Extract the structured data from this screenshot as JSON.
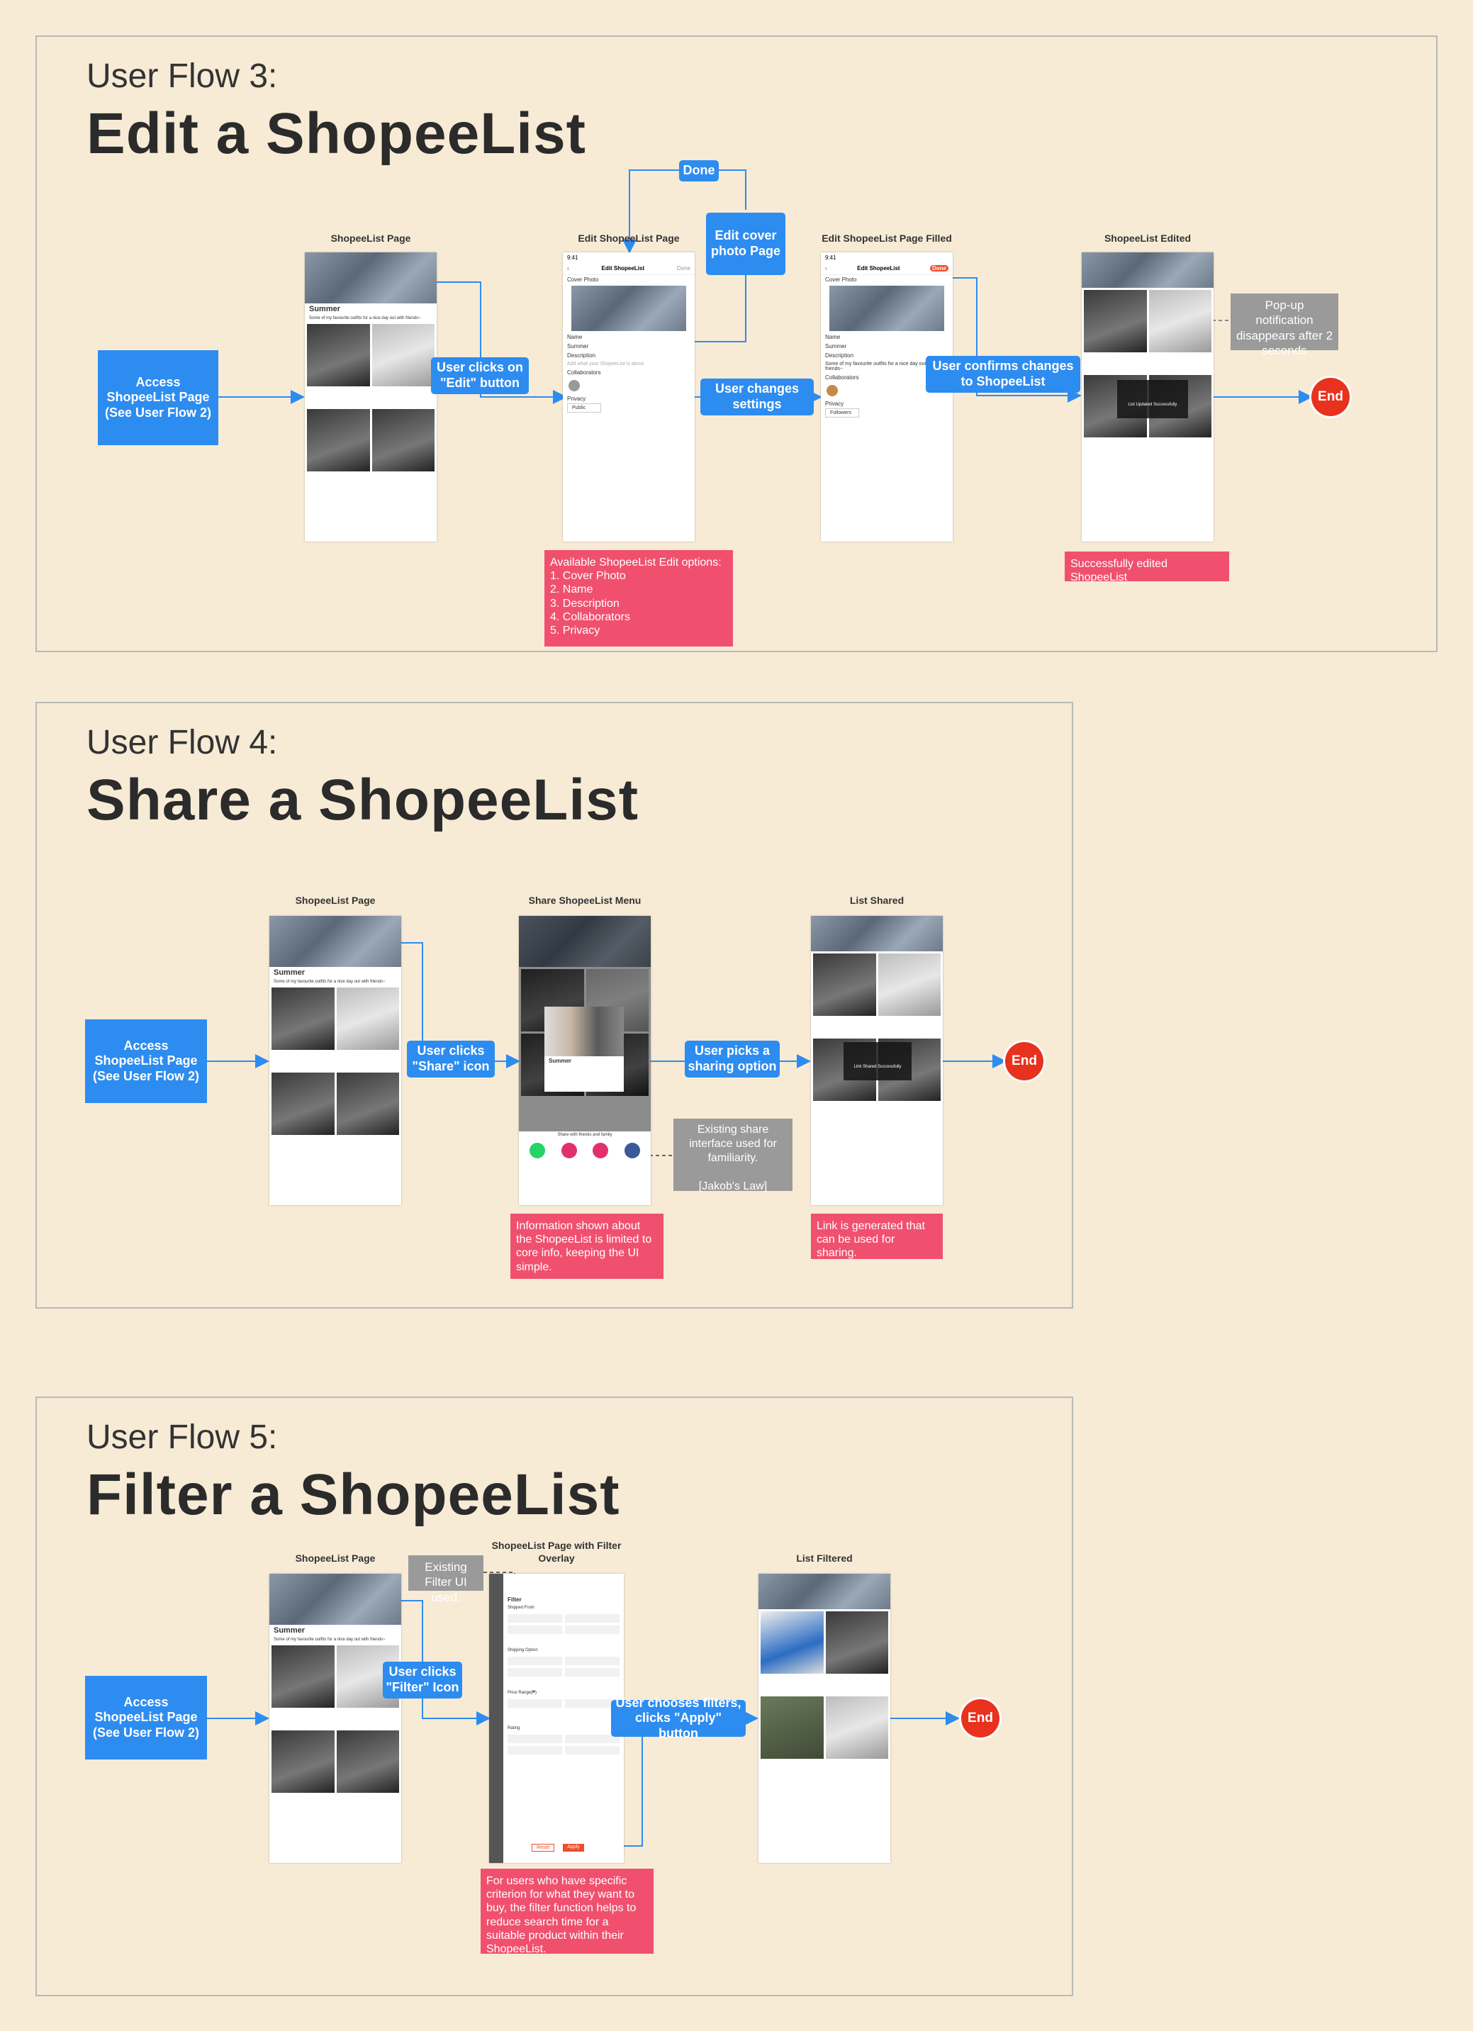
{
  "flow3": {
    "eyebrow": "User Flow 3:",
    "title": "Edit a ShopeeList",
    "screens": [
      "ShopeeList Page",
      "Edit ShopeeList Page",
      "Edit ShopeeList Page Filled",
      "ShopeeList Edited"
    ],
    "access": "Access ShopeeList Page (See User Flow 2)",
    "step_edit": "User clicks on \"Edit\" button",
    "done": "Done",
    "cover": "Edit cover photo Page",
    "changes": "User changes settings",
    "confirm": "User confirms changes to ShopeeList",
    "popup": "Pop-up notification disappears after 2 seconds",
    "end": "End",
    "options_note": "Available ShopeeList Edit options:\n1. Cover Photo\n2. Name\n3. Description\n4. Collaborators\n5. Privacy",
    "success_note": "Successfully edited ShopeeList",
    "phone_text": {
      "time": "9:41",
      "edit_header": "Edit ShopeeList",
      "done_btn": "Done",
      "cover_photo": "Cover Photo",
      "name": "Name",
      "name_val": "Summer",
      "description": "Description",
      "desc_placeholder": "Add what your ShopeeList is about",
      "desc_filled": "Some of my favourite outfits for a nice day out with friends~",
      "collaborators": "Collaborators",
      "privacy": "Privacy",
      "privacy_val": "Public",
      "privacy_val2": "Followers",
      "list_title": "Summer",
      "list_desc": "Some of my favourite outfits for a nice day out with friends~",
      "toast": "List Updated Successfully"
    }
  },
  "flow4": {
    "eyebrow": "User Flow 4:",
    "title": "Share a ShopeeList",
    "screens": [
      "ShopeeList Page",
      "Share ShopeeList Menu",
      "List Shared"
    ],
    "access": "Access ShopeeList Page (See User Flow 2)",
    "step_share": "User clicks \"Share\" icon",
    "pick": "User picks a sharing option",
    "end": "End",
    "existing": "Existing share interface used for familiarity.\n\n[Jakob's Law]",
    "info_note": "Information shown about the ShopeeList is limited to core info, keeping the UI simple.",
    "link_note": "Link is generated that can be used for sharing.",
    "phone_text": {
      "share_with": "Share with friends and family",
      "toast": "Link Shared Successfully"
    }
  },
  "flow5": {
    "eyebrow": "User Flow 5:",
    "title": "Filter a ShopeeList",
    "screens": [
      "ShopeeList Page",
      "ShopeeList Page with Filter Overlay",
      "List Filtered"
    ],
    "access": "Access ShopeeList Page (See User Flow 2)",
    "step_filter": "User clicks \"Filter\" Icon",
    "existing_filter": "Existing Filter UI used.",
    "apply": "User chooses filters, clicks \"Apply\" button",
    "end": "End",
    "note": "For users who have specific criterion for what they want to buy, the filter function helps to reduce search time for a suitable product within their ShopeeList.",
    "phone_text": {
      "filter": "Filter",
      "shipped_from": "Shipped From",
      "shipping_option": "Shipping Option",
      "price_range": "Price Range(₱)",
      "rating": "Rating",
      "reset": "Reset",
      "apply_btn": "Apply"
    }
  }
}
